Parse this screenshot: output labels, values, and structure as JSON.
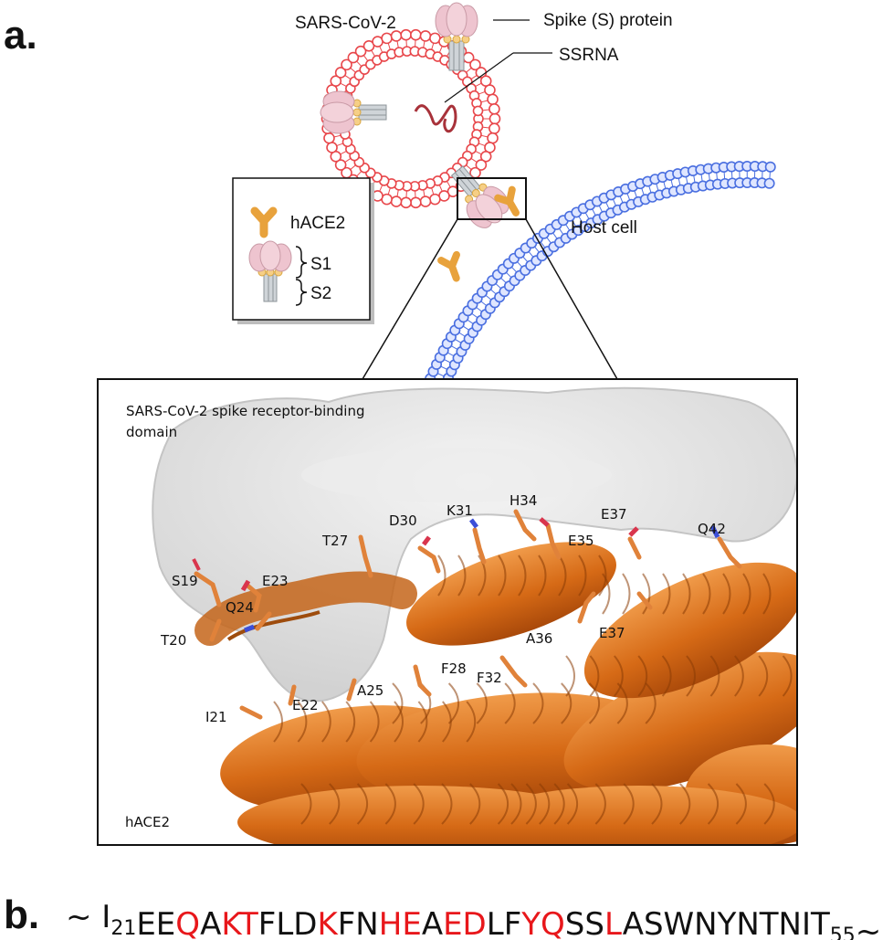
{
  "panel_a": {
    "letter": "a.",
    "virus_label": "SARS-CoV-2",
    "spike_label": "Spike (S) protein",
    "ssrna_label": "SSRNA",
    "host_label": "Host cell",
    "legend": {
      "hace2": "hACE2",
      "s1": "S1",
      "s2": "S2"
    },
    "zoom": {
      "rbd_label_line1": "SARS-CoV-2 spike receptor-binding",
      "rbd_label_line2": "domain",
      "hace2_label": "hACE2",
      "residues": [
        "S19",
        "T20",
        "I21",
        "E22",
        "E23",
        "Q24",
        "A25",
        "T27",
        "F28",
        "D30",
        "K31",
        "F32",
        "H34",
        "E35",
        "A36",
        "E37",
        "E37",
        "Q42"
      ]
    }
  },
  "panel_b": {
    "letter": "b.",
    "sequence": [
      {
        "t": "~ ",
        "c": "black"
      },
      {
        "t": "I",
        "c": "black"
      },
      {
        "sub": "21"
      },
      {
        "t": "EE",
        "c": "black"
      },
      {
        "t": "Q",
        "c": "red"
      },
      {
        "t": "A",
        "c": "black"
      },
      {
        "t": "KT",
        "c": "red"
      },
      {
        "t": "FLD",
        "c": "black"
      },
      {
        "t": "K",
        "c": "red"
      },
      {
        "t": "FN",
        "c": "black"
      },
      {
        "t": "HE",
        "c": "red"
      },
      {
        "t": "A",
        "c": "black"
      },
      {
        "t": "ED",
        "c": "red"
      },
      {
        "t": "LF",
        "c": "black"
      },
      {
        "t": "YQ",
        "c": "red"
      },
      {
        "t": "SS",
        "c": "black"
      },
      {
        "t": "L",
        "c": "red"
      },
      {
        "t": "ASWNYNTNIT",
        "c": "black"
      },
      {
        "sub": "55"
      },
      {
        "t": "~",
        "c": "black"
      }
    ]
  },
  "colors": {
    "virus_membrane": "#e8474b",
    "host_membrane": "#4a6fe0",
    "hace2": "#e8a23c",
    "spike_head": "#eec4cf",
    "helix": "#d86f1c",
    "surface": "#d8d8d8",
    "highlight_red": "#e8171b"
  }
}
